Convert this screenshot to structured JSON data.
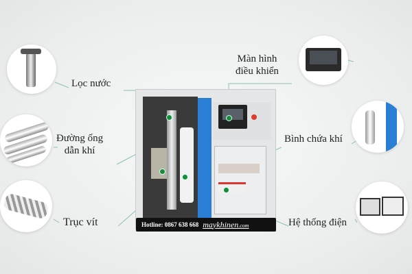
{
  "labels": {
    "water_filter": "Lọc nước",
    "air_pipe_line1": "Đường ống",
    "air_pipe_line2": "dẫn khí",
    "screw": "Trục vít",
    "screen_line1": "Màn hình",
    "screen_line2": "điều khiển",
    "air_tank": "Bình chứa khí",
    "electrical": "Hệ thống điện"
  },
  "banner": {
    "hotline": "Hotline: 0867 638 668",
    "brand": "maykhinen",
    "brand_suffix": ".com"
  },
  "colors": {
    "accent_blue": "#2a7fd4",
    "leader_line": "#7fb8a8",
    "dot": "#1a8a3a",
    "indicator": "#e03a2a"
  }
}
